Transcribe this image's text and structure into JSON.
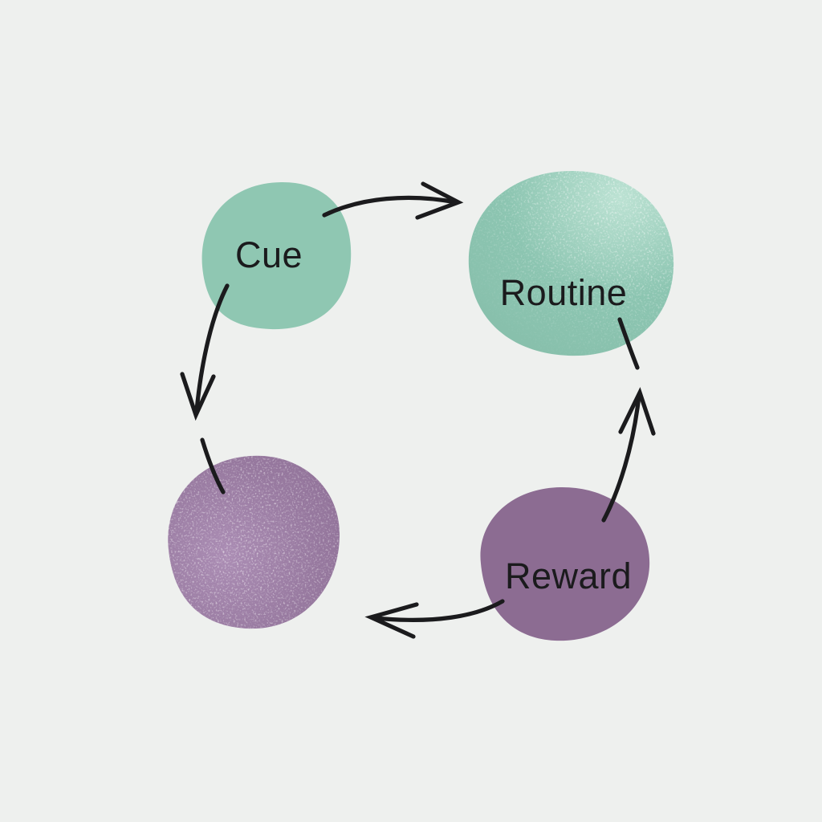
{
  "canvas": {
    "background": "#eef0ee"
  },
  "styles": {
    "arrow_color": "#1b1b1d",
    "text_color": "#1b1b1d",
    "green": "#8fc7b2",
    "purple": "#8c6c92"
  },
  "nodes": [
    {
      "id": "cue",
      "label": "Cue",
      "fill": "#8fc7b2"
    },
    {
      "id": "routine",
      "label": "Routine",
      "fill": "#8cc5b1",
      "fill_light": "#bce2d3",
      "fill_dark": "#87bfab"
    },
    {
      "id": "reward",
      "label": "Reward",
      "fill": "#8c6c92"
    },
    {
      "id": "stage-4",
      "label": "",
      "fill": "#97799f",
      "fill_light": "#ab8db4",
      "fill_dark": "#8c6d94"
    }
  ],
  "edges": [
    {
      "id": "cue-to-routine",
      "from": "Cue",
      "to": "Routine",
      "direction": "right"
    },
    {
      "id": "cue-to-stage-4",
      "from": "Cue",
      "to": "stage-4",
      "direction": "down"
    },
    {
      "id": "reward-to-routine",
      "from": "Reward",
      "to": "Routine",
      "direction": "up"
    },
    {
      "id": "reward-to-stage-4",
      "from": "Reward",
      "to": "stage-4",
      "direction": "left"
    }
  ]
}
